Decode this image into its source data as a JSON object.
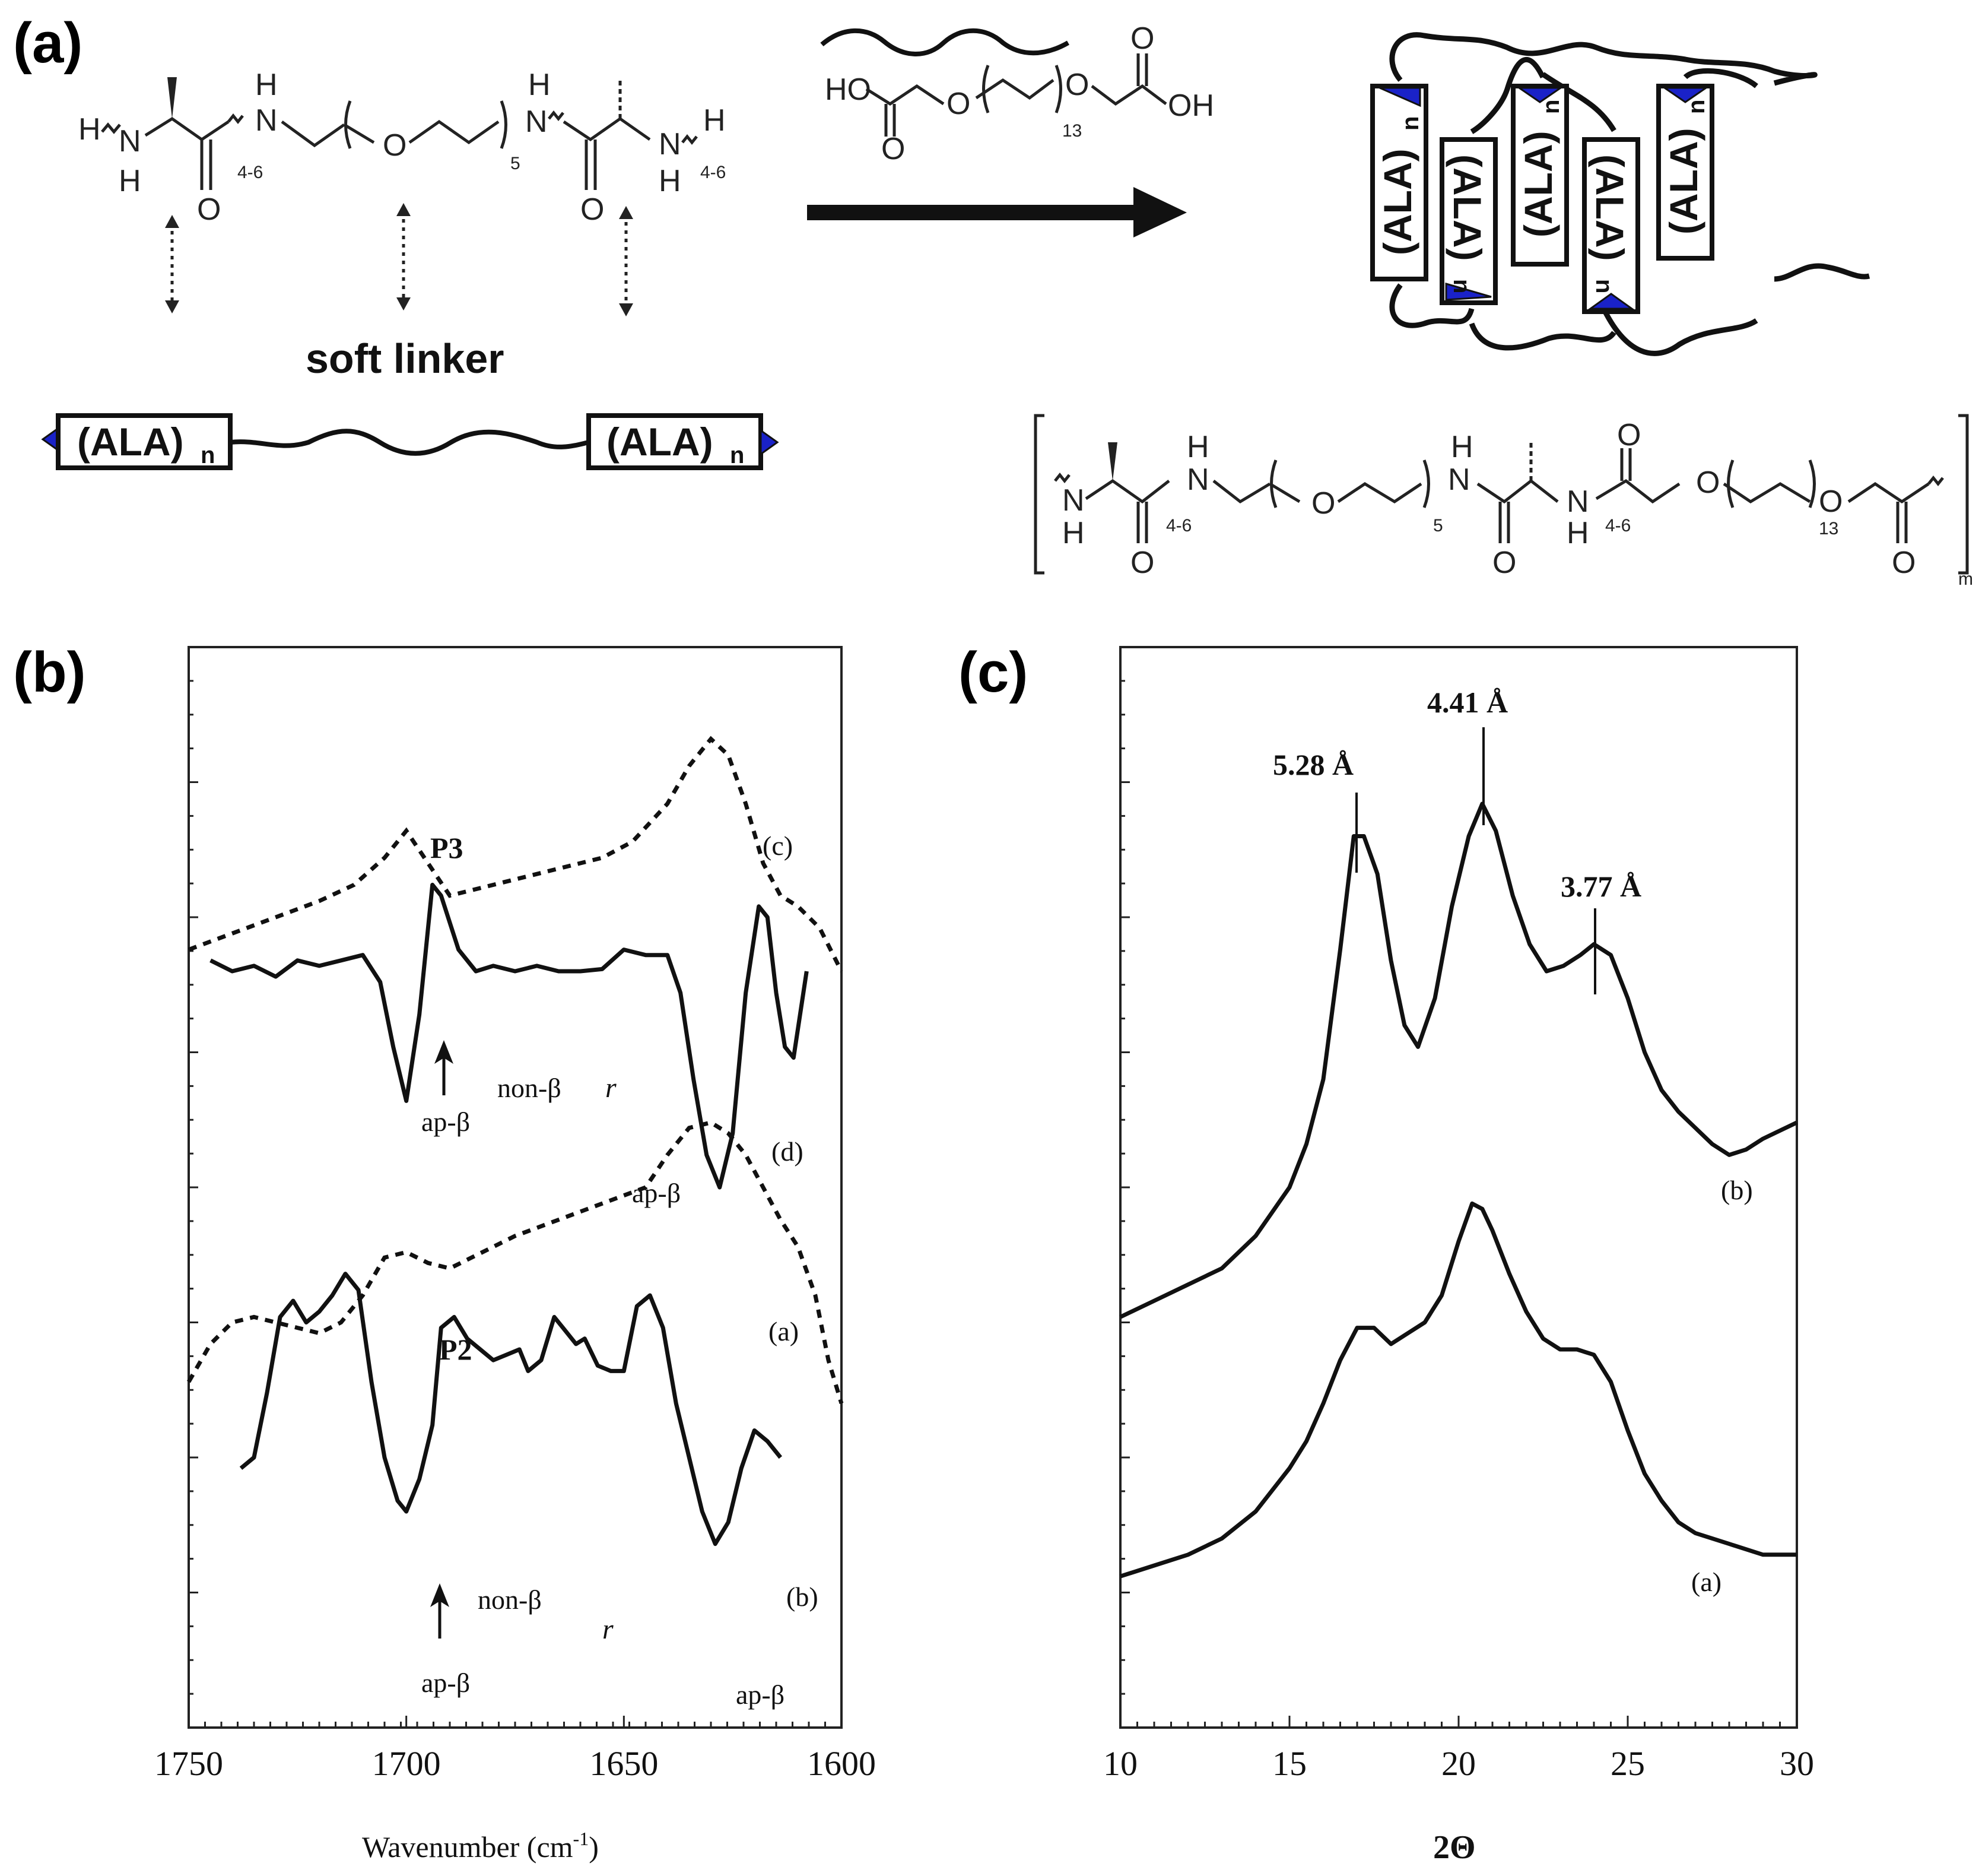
{
  "panels": {
    "a": {
      "label": "(a)",
      "linker_label": "soft linker",
      "ala_main": "(ALA)",
      "ala_sub": "n",
      "chem": {
        "H": "H",
        "N": "N",
        "O": "O",
        "NH": "NH",
        "HO": "HO",
        "OH": "OH",
        "sub_4_6": "4-6",
        "sub_5": "5",
        "sub_13": "13",
        "sub_m": "m"
      }
    },
    "b": {
      "label": "(b)",
      "sample_labels": [
        "P3",
        "P2"
      ],
      "curve_labels": [
        "(c)",
        "(d)",
        "(a)",
        "(b)"
      ],
      "annotations": {
        "ap_beta": "ap-β",
        "non_beta": "non-β",
        "r": "r"
      }
    },
    "c": {
      "label": "(c)",
      "peak_labels": [
        "5.28 Å",
        "4.41 Å",
        "3.77 Å"
      ],
      "curve_labels": [
        "(b)",
        "(a)"
      ]
    }
  },
  "chart_data": [
    {
      "type": "line",
      "panel": "b",
      "xlabel_main": "Wavenumber (cm",
      "xlabel_sup": "-1",
      "xlabel_close": ")",
      "ylabel": "",
      "x_reversed": true,
      "xlim": [
        1750,
        1600
      ],
      "ylim": [
        0,
        100
      ],
      "x_ticks": [
        "1750",
        "1700",
        "1650",
        "1600"
      ],
      "x_tick_values": [
        1750,
        1700,
        1650,
        1600
      ],
      "series": [
        {
          "label": "(c)",
          "style": "dashed",
          "x": [
            1750,
            1740,
            1730,
            1720,
            1712,
            1705,
            1700,
            1695,
            1690,
            1685,
            1675,
            1665,
            1655,
            1648,
            1640,
            1635,
            1630,
            1626,
            1622,
            1618,
            1614,
            1610,
            1605,
            1600
          ],
          "y": [
            72,
            73.5,
            75,
            76.5,
            78,
            80.5,
            83,
            80,
            77,
            77.5,
            78.5,
            79.5,
            80.5,
            82,
            85.5,
            89,
            91.5,
            90,
            85.5,
            80,
            77,
            76,
            74,
            70
          ]
        },
        {
          "label": "(d)",
          "style": "solid",
          "x": [
            1745,
            1740,
            1735,
            1730,
            1725,
            1720,
            1715,
            1710,
            1706,
            1703,
            1700,
            1697,
            1694,
            1692,
            1688,
            1684,
            1680,
            1675,
            1670,
            1665,
            1660,
            1655,
            1650,
            1645,
            1640,
            1637,
            1634,
            1631,
            1628,
            1625,
            1622,
            1619,
            1617,
            1615,
            1613,
            1611,
            1608
          ],
          "y": [
            71,
            70,
            70.5,
            69.5,
            71,
            70.5,
            71,
            71.5,
            69,
            63,
            58,
            66,
            78,
            77,
            72,
            70,
            70.5,
            70,
            70.5,
            70,
            70,
            70.2,
            72,
            71.5,
            71.5,
            68,
            60,
            53,
            50,
            55,
            68,
            76,
            75,
            68,
            63,
            62,
            70
          ]
        },
        {
          "label": "(a)",
          "style": "dashed",
          "x": [
            1750,
            1745,
            1740,
            1735,
            1730,
            1725,
            1720,
            1715,
            1710,
            1705,
            1700,
            1695,
            1690,
            1685,
            1675,
            1665,
            1655,
            1645,
            1640,
            1635,
            1630,
            1626,
            1622,
            1618,
            1614,
            1610,
            1606,
            1603,
            1600
          ],
          "y": [
            32,
            35.5,
            37.5,
            38,
            37.5,
            37,
            36.5,
            37.5,
            40,
            43.5,
            44,
            43,
            42.5,
            43.5,
            45.5,
            47,
            48.5,
            50,
            53,
            55.5,
            56,
            55,
            53,
            50,
            47,
            44.5,
            40,
            34,
            30
          ]
        },
        {
          "label": "(b)",
          "style": "solid",
          "x": [
            1738,
            1735,
            1732,
            1729,
            1726,
            1723,
            1720,
            1717,
            1714,
            1711,
            1708,
            1705,
            1702,
            1700,
            1697,
            1694,
            1692,
            1689,
            1686,
            1683,
            1680,
            1677,
            1674,
            1672,
            1669,
            1666,
            1664,
            1661,
            1659,
            1656,
            1653,
            1650,
            1647,
            1644,
            1641,
            1638,
            1635,
            1632,
            1629,
            1626,
            1623,
            1620,
            1617,
            1614
          ],
          "y": [
            24,
            25,
            31,
            38,
            39.5,
            37.5,
            38.5,
            40,
            42,
            40.5,
            32,
            25,
            21,
            20,
            23,
            28,
            37,
            38,
            36,
            35,
            34,
            34.5,
            35,
            33,
            34,
            38,
            37,
            35.5,
            36,
            33.5,
            33,
            33,
            39,
            40,
            37,
            30,
            25,
            20,
            17,
            19,
            24,
            27.5,
            26.5,
            25
          ]
        }
      ]
    },
    {
      "type": "line",
      "panel": "c",
      "xlabel": "2Θ",
      "ylabel": "",
      "xlim": [
        10,
        30
      ],
      "ylim": [
        0,
        100
      ],
      "x_ticks": [
        "10",
        "15",
        "20",
        "25",
        "30"
      ],
      "x_tick_values": [
        10,
        15,
        20,
        25,
        30
      ],
      "series": [
        {
          "label": "(b)",
          "x": [
            10,
            11,
            12,
            13,
            14,
            15,
            15.5,
            16,
            16.5,
            16.9,
            17.2,
            17.6,
            18,
            18.4,
            18.8,
            19.3,
            19.8,
            20.3,
            20.7,
            21.1,
            21.6,
            22.1,
            22.6,
            23.1,
            23.6,
            24,
            24.5,
            25,
            25.5,
            26,
            26.5,
            27,
            27.5,
            28,
            28.5,
            29,
            30
          ],
          "y": [
            38,
            39.5,
            41,
            42.5,
            45.5,
            50,
            54,
            60,
            72,
            82.5,
            82.5,
            79,
            71,
            65,
            63,
            67.5,
            76,
            82.5,
            85.5,
            83,
            77,
            72.5,
            70,
            70.5,
            71.5,
            72.5,
            71.5,
            67.5,
            62.5,
            59,
            57,
            55.5,
            54,
            53,
            53.5,
            54.5,
            56
          ]
        },
        {
          "label": "(a)",
          "x": [
            10,
            11,
            12,
            13,
            14,
            15,
            15.5,
            16,
            16.5,
            17,
            17.5,
            18,
            18.5,
            19,
            19.5,
            20,
            20.4,
            20.7,
            21,
            21.5,
            22,
            22.5,
            23,
            23.5,
            24,
            24.5,
            25,
            25.5,
            26,
            26.5,
            27,
            28,
            29,
            30
          ],
          "y": [
            14,
            15,
            16,
            17.5,
            20,
            24,
            26.5,
            30,
            34,
            37,
            37,
            35.5,
            36.5,
            37.5,
            40,
            45,
            48.5,
            48,
            46,
            42,
            38.5,
            36,
            35,
            35,
            34.5,
            32,
            27.5,
            23.5,
            21,
            19,
            18,
            17,
            16,
            16
          ]
        }
      ]
    }
  ]
}
